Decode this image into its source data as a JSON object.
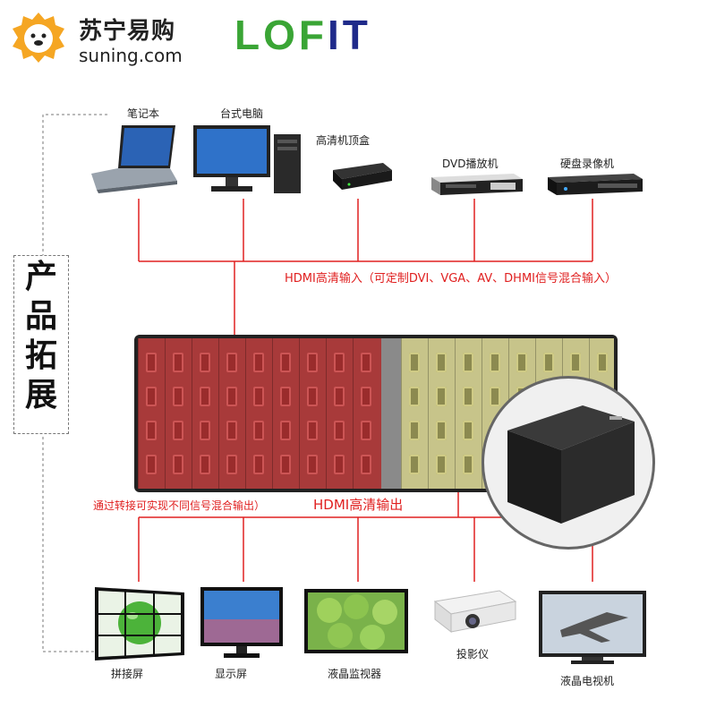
{
  "brand": {
    "suning_cn": "苏宁易购",
    "suning_en": "suning.com",
    "lofit": "LOFIT"
  },
  "side_title": [
    "产",
    "品",
    "拓",
    "展"
  ],
  "inputs": [
    {
      "label": "笔记本",
      "icon": "laptop-icon"
    },
    {
      "label": "台式电脑",
      "icon": "desktop-computer-icon"
    },
    {
      "label": "高清机顶盒",
      "icon": "set-top-box-icon"
    },
    {
      "label": "DVD播放机",
      "icon": "dvd-player-icon"
    },
    {
      "label": "硬盘录像机",
      "icon": "hard-disk-recorder-icon"
    }
  ],
  "input_caption": "HDMI高清输入（可定制DVI、VGA、AV、DHMI信号混合输入）",
  "output_caption_prefix": "通过转接可实现不同信号混合输出）",
  "output_caption_main": "HDMI高清输出",
  "outputs": [
    {
      "label": "拼接屏",
      "icon": "video-wall-icon"
    },
    {
      "label": "显示屏",
      "icon": "monitor-icon"
    },
    {
      "label": "液晶监视器",
      "icon": "lcd-monitor-icon"
    },
    {
      "label": "投影仪",
      "icon": "projector-icon"
    },
    {
      "label": "液晶电视机",
      "icon": "lcd-tv-icon"
    }
  ],
  "colors": {
    "line": "#e02020",
    "input_panel": "#a83a3a",
    "output_panel": "#c7c48a",
    "lofit_green": "#3aa535",
    "lofit_blue": "#1f2a8a",
    "suning_orange": "#f5a623"
  }
}
